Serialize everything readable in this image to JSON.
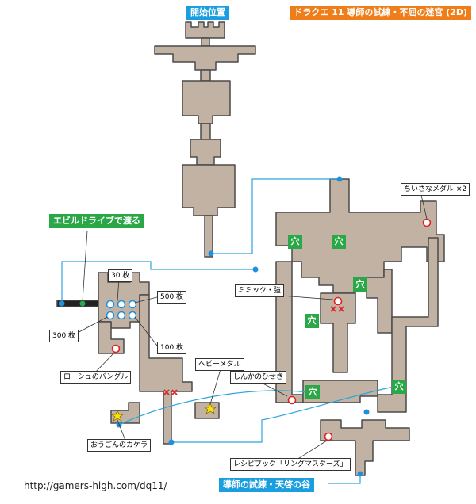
{
  "title": "ドラクエ 11 導師の試練・不屈の迷宮 (2D)",
  "start_label": "開始位置",
  "exit_label": "導師の試練・天啓の谷",
  "evil_drive_label": "エビルドライブで渡る",
  "hole_char": "穴",
  "labels": {
    "medal_small": "ちいさなメダル ×2",
    "mimic": "ミミック・強",
    "shinka": "しんかのひせき",
    "heavy_metal": "ヘビーメタル",
    "golden_kakera": "おうごんのカケラ",
    "recipe_book": "レシピブック「リングマスターズ」",
    "rosy_bangle": "ローシュのバングル",
    "coins_30": "30 枚",
    "coins_500": "500 枚",
    "coins_300": "300 枚",
    "coins_100": "100 枚"
  },
  "footer_url": "http://gamers-high.com/dq11/",
  "colors": {
    "floor": "#c2b2a4",
    "wall": "#4a4a4a",
    "title_bg": "#ef7d1a",
    "blue_tag_bg": "#1a9ee0",
    "green_tag_bg": "#2aa847",
    "route_line": "#2ea4dc",
    "cross": "#e0201e",
    "star": "#ffe200"
  }
}
